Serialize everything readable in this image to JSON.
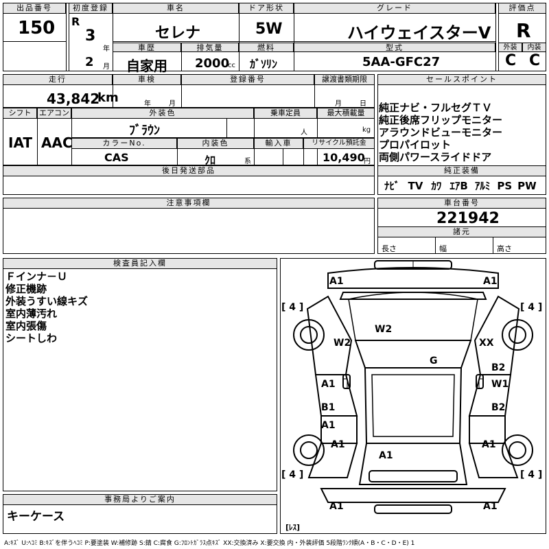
{
  "header": {
    "lot_no_label": "出品番号",
    "lot_no": "150",
    "reg_label": "初度登録",
    "era": "R",
    "year": "3",
    "year_unit": "年",
    "month": "2",
    "month_unit": "月",
    "name_label": "車名",
    "name": "セレナ",
    "door_label": "ドア形状",
    "door": "5W",
    "grade_label": "グレード",
    "grade": "ハイウェイスターV",
    "score_label": "評価点",
    "score": "R",
    "history_label": "車歴",
    "history": "自家用",
    "disp_label": "排気量",
    "disp": "2000",
    "disp_unit": "cc",
    "fuel_label": "燃料",
    "fuel": "ｶﾞｿﾘﾝ",
    "model_label": "型式",
    "model": "5AA-GFC27",
    "ext_label": "外装",
    "ext": "C",
    "int_label": "内装",
    "int": "C"
  },
  "row2": {
    "mileage_label": "走行",
    "mileage": "43,842",
    "mileage_unit": "km",
    "inspect_label": "車検",
    "inspect_y": "年",
    "inspect_m": "月",
    "regno_label": "登録番号",
    "transfer_label": "譲渡書類期限",
    "transfer_m": "月",
    "transfer_d": "日",
    "shift_label": "シフト",
    "shift": "IAT",
    "ac_label": "エアコン",
    "ac": "AAC",
    "color_label": "外装色",
    "color": "ﾌﾞﾗｳﾝ",
    "capacity_label": "乗車定員",
    "capacity_unit": "人",
    "load_label": "最大積載量",
    "load_unit": "kg",
    "colorno_label": "カラーNo.",
    "colorno": "CAS",
    "intcolor_label": "内装色",
    "intcolor": "ｸﾛ",
    "intcolor_unit": "系",
    "import_label": "輸入車",
    "recycle_label": "リサイクル預託金",
    "recycle": "10,490",
    "recycle_unit": "円",
    "later_label": "後日発送部品"
  },
  "sales": {
    "label": "セールスポイント",
    "items": [
      "純正ナビ・フルセグＴＶ",
      "純正後席フリップモニター",
      "アラウンドビューモニター",
      "プロパイロット",
      "両側パワースライドドア"
    ]
  },
  "equip": {
    "label": "純正装備",
    "items": [
      "ﾅﾋﾞ",
      "TV",
      "ｶﾜ",
      "ｴｱB",
      "ｱﾙﾐ",
      "PS",
      "PW"
    ]
  },
  "notes_label": "注意事項欄",
  "chassis": {
    "label": "車台番号",
    "value": "221942",
    "spec_label": "諸元",
    "len": "長さ",
    "wid": "幅",
    "hgt": "高さ"
  },
  "inspector": {
    "label": "検査員記入欄",
    "items": [
      "Ｆインナ－Ｕ",
      "修正機跡",
      "外装うすい線キズ",
      "室内薄汚れ",
      "室内張傷",
      "シートしわ"
    ]
  },
  "office": {
    "label": "事務局よりご案内",
    "text": "キーケース"
  },
  "diagram": {
    "a1_fl": "A1",
    "a1_fr": "A1",
    "tire_fl": "[ 4 ]",
    "tire_fr": "[ 4 ]",
    "tire_rl": "[ 4 ]",
    "tire_rr": "[ 4 ]",
    "w2_hood": "W2",
    "w2_left": "W2",
    "xx_right": "XX",
    "g_glass": "G",
    "a1_l1": "A1",
    "b2_r1": "B2",
    "w1_r": "W1",
    "b1_l": "B1",
    "a1_l2": "A1",
    "b2_r2": "B2",
    "a1_l3": "A1",
    "a1_r3": "A1",
    "a1_roof": "A1",
    "a1_rl": "A1",
    "a1_rr": "A1",
    "spare": "[ﾚｽ]"
  },
  "legend": "A:ｷｽﾞ U:ﾍｺﾐ B:ｷｽﾞを伴うﾍｺﾐ P:要塗装 W:補修跡 S:錆 C:腐食 G:ﾌﾛﾝﾄｶﾞﾗｽ点ｷｽﾞ XX:交換済み X:要交換 内・外装評価 5段階ﾗﾝｸ順(A・B・C・D・E) 1"
}
